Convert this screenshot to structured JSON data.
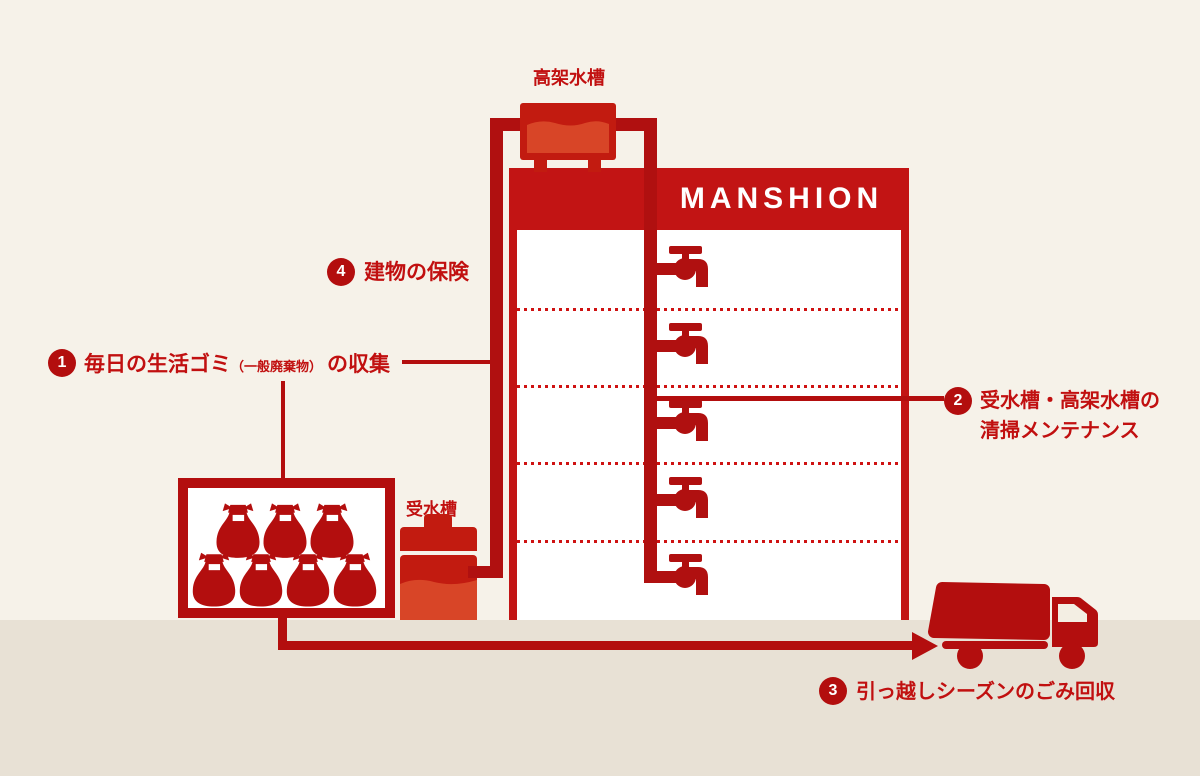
{
  "building": {
    "sign": "MANSHION",
    "floors": 5
  },
  "tanks": {
    "elevated_label": "高架水槽",
    "receiving_label": "受水槽"
  },
  "annotations": {
    "daily_garbage": {
      "number": "1",
      "main": "毎日の生活ゴミ",
      "small": "（一般廃棄物）",
      "tail": "の収集"
    },
    "tank_cleaning": {
      "number": "2",
      "line1": "受水槽・高架水槽の",
      "line2": "清掃メンテナンス"
    },
    "moving_garbage": {
      "number": "3",
      "text": "引っ越しシーズンのごみ回収"
    },
    "insurance": {
      "number": "4",
      "text": "建物の保険"
    }
  },
  "colors": {
    "background": "#f6f2e9",
    "ground": "#e8e1d5",
    "building_red": "#c21414",
    "dark_red": "#b30e0e",
    "pipe_red": "#b01010",
    "water_orange": "#d84527",
    "text_red": "#c11010",
    "sign_text": "#ffffff"
  },
  "icons": {
    "elevated_tank": "elevated-water-tank-icon",
    "receiving_tank": "receiving-water-tank-icon",
    "faucet": "faucet-icon",
    "garbage_bag": "garbage-bag-icon",
    "truck": "garbage-truck-icon",
    "arrow": "flow-arrow-right-icon"
  }
}
